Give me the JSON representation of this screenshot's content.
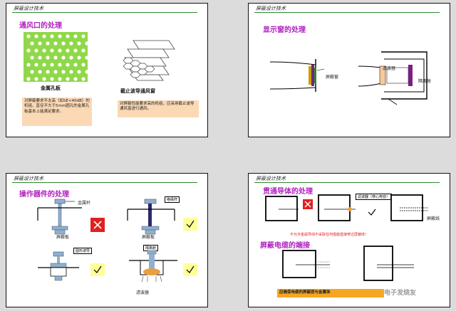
{
  "slides": {
    "s1": {
      "title": "屏蔽设计技术",
      "heading": "通风口的处理",
      "label_plate": "金属孔板",
      "label_waveguide": "截止波导通风窗",
      "note_left": "对屏蔽要求不太高（如SE<40dB）的机组，直径不大于5mm圆孔的金属孔板基本上能满足要求。",
      "note_right": "对屏蔽性能要求高的机组，应采用截止波导通风窗进行通风。"
    },
    "s2": {
      "title": "屏蔽设计技术",
      "heading": "显示窗的处理",
      "label_shield": "屏蔽窗",
      "label_filter": "滤波器",
      "label_isolation": "隔离舱"
    },
    "s3": {
      "title": "屏蔽设计技术",
      "heading": "操作器件的处理",
      "label_metal_rod": "金属杆",
      "label_insulated_rod": "绝缘杆",
      "label_shield_plate_1": "屏蔽板",
      "label_shield_plate_2": "屏蔽板",
      "label_waveguide_cut": "圆形波导",
      "label_isolation": "隔离舱",
      "label_filter": "滤波器"
    },
    "s4": {
      "title": "屏蔽设计技术",
      "heading_1": "贯通导体的处理",
      "heading_2": "屏蔽电缆的端接",
      "cap_filter": "滤波器（穿心电容）",
      "label_shield_cable": "屏蔽线",
      "red_note": "不允许金属导线不采取任何措施直接穿过屏蔽体!",
      "bottom_note": "应确保电缆的屏蔽层与金属体",
      "watermark": "电子发烧友"
    }
  },
  "colors": {
    "accent": "#b01fc0",
    "rule": "#2c8a2c",
    "note_bg": "#fbd9b4",
    "check_bg": "#ffff99",
    "cross": "#e02020"
  }
}
